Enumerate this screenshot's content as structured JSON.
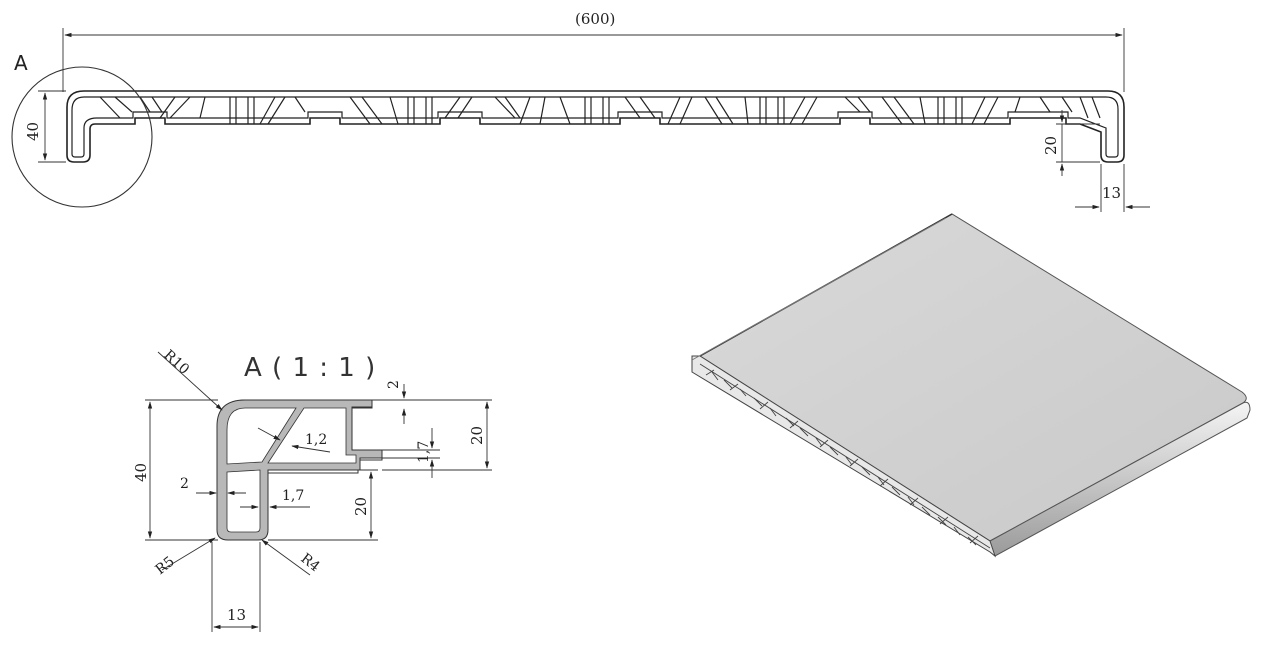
{
  "drawing": {
    "section_label": "A",
    "detail_title": "A ( 1 : 1 )",
    "overall": {
      "width_label": "(600)",
      "height_label": "40",
      "right_height_label": "20",
      "right_width_label": "13"
    },
    "detail": {
      "radius_top": "R10",
      "radius_bottom_left": "R5",
      "radius_bottom_right": "R4",
      "height_label": "40",
      "top_thickness": "2",
      "top_height": "20",
      "rib_thickness": "1,2",
      "step_thickness": "1,7",
      "wall_thickness_left": "2",
      "wall_thickness_inner": "1,7",
      "lower_height": "20",
      "bottom_width": "13"
    }
  }
}
